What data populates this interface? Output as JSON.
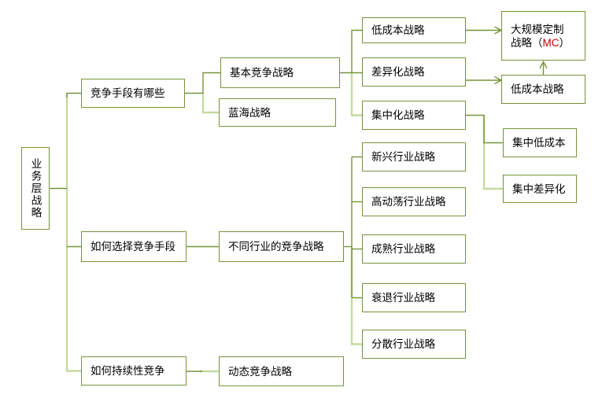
{
  "colors": {
    "line_dark": "#77933C",
    "line_light": "#C6D9A0",
    "mc_red": "#C00000",
    "text": "#000000",
    "canvas_bg": "#FFFFFF"
  },
  "nodes": {
    "root": {
      "label": "业务层战略"
    },
    "q_means": {
      "label": "竞争手段有哪些"
    },
    "q_choose": {
      "label": "如何选择竞争手段"
    },
    "q_sustain": {
      "label": "如何持续性竞争"
    },
    "basic": {
      "label": "基本竞争战略"
    },
    "blue_ocean": {
      "label": "蓝海战略"
    },
    "industry": {
      "label": "不同行业的竞争战略"
    },
    "dynamic": {
      "label": "动态竞争战略"
    },
    "low_cost": {
      "label": "低成本战略"
    },
    "differentiation": {
      "label": "差异化战略"
    },
    "focus": {
      "label": "集中化战略"
    },
    "emerging": {
      "label": "新兴行业战略"
    },
    "turbulent": {
      "label": "高动荡行业战略"
    },
    "mature": {
      "label": "成熟行业战略"
    },
    "declining": {
      "label": "衰退行业战略"
    },
    "fragmented": {
      "label": "分散行业战略"
    },
    "mass_customization": {
      "label": "大规模定制战略（MC）",
      "line1": "大规模定制",
      "line2_pre": "战略（",
      "mc": "MC",
      "line2_post": "）"
    },
    "low_cost_right": {
      "label": "低成本战略"
    },
    "focus_low_cost": {
      "label": "集中低成本"
    },
    "focus_differentiation": {
      "label": "集中差异化"
    }
  },
  "edges": [
    {
      "from": "root",
      "to": "q_means",
      "style": "elbow"
    },
    {
      "from": "root",
      "to": "q_choose",
      "style": "elbow"
    },
    {
      "from": "root",
      "to": "q_sustain",
      "style": "elbow-light"
    },
    {
      "from": "q_means",
      "to": "basic",
      "style": "elbow"
    },
    {
      "from": "q_means",
      "to": "blue_ocean",
      "style": "elbow-light"
    },
    {
      "from": "basic",
      "to": "low_cost",
      "style": "elbow"
    },
    {
      "from": "basic",
      "to": "differentiation",
      "style": "line"
    },
    {
      "from": "basic",
      "to": "focus",
      "style": "elbow-light"
    },
    {
      "from": "low_cost",
      "to": "mass_customization",
      "style": "arrow"
    },
    {
      "from": "differentiation",
      "to": "low_cost_right",
      "style": "arrow"
    },
    {
      "from": "low_cost_right",
      "to": "mass_customization",
      "style": "arrow"
    },
    {
      "from": "focus",
      "to": "focus_low_cost",
      "style": "elbow"
    },
    {
      "from": "focus",
      "to": "focus_differentiation",
      "style": "elbow-light"
    },
    {
      "from": "q_choose",
      "to": "industry",
      "style": "line"
    },
    {
      "from": "industry",
      "to": "emerging",
      "style": "elbow"
    },
    {
      "from": "industry",
      "to": "turbulent",
      "style": "elbow"
    },
    {
      "from": "industry",
      "to": "mature",
      "style": "line"
    },
    {
      "from": "industry",
      "to": "declining",
      "style": "elbow"
    },
    {
      "from": "industry",
      "to": "fragmented",
      "style": "elbow-light"
    },
    {
      "from": "q_sustain",
      "to": "dynamic",
      "style": "line-light"
    }
  ]
}
